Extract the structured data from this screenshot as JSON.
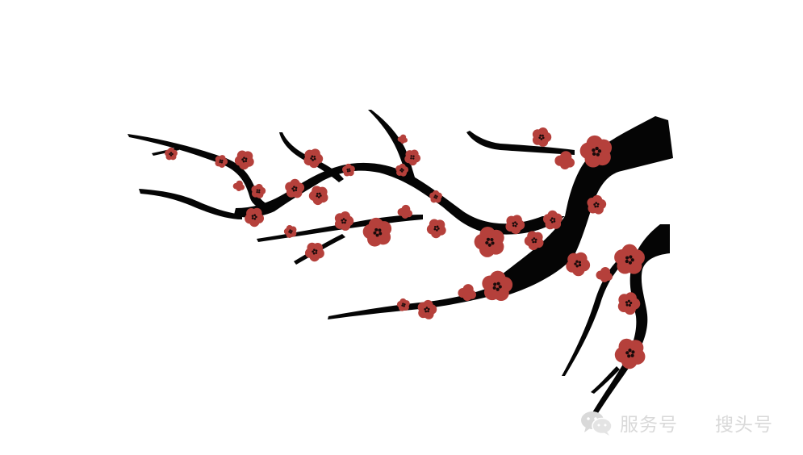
{
  "colors": {
    "background": "#ffffff",
    "branch": "#050505",
    "blossom": "#b5403b",
    "blossom_center": "#1a0b0b",
    "watermark": "#d9d9d9"
  },
  "illustration": {
    "subject": "plum-blossom-branch",
    "blossom_count": 40
  },
  "watermark": {
    "icon": "wechat-icon",
    "text_left": "服务号",
    "text_right": "搜头号"
  }
}
